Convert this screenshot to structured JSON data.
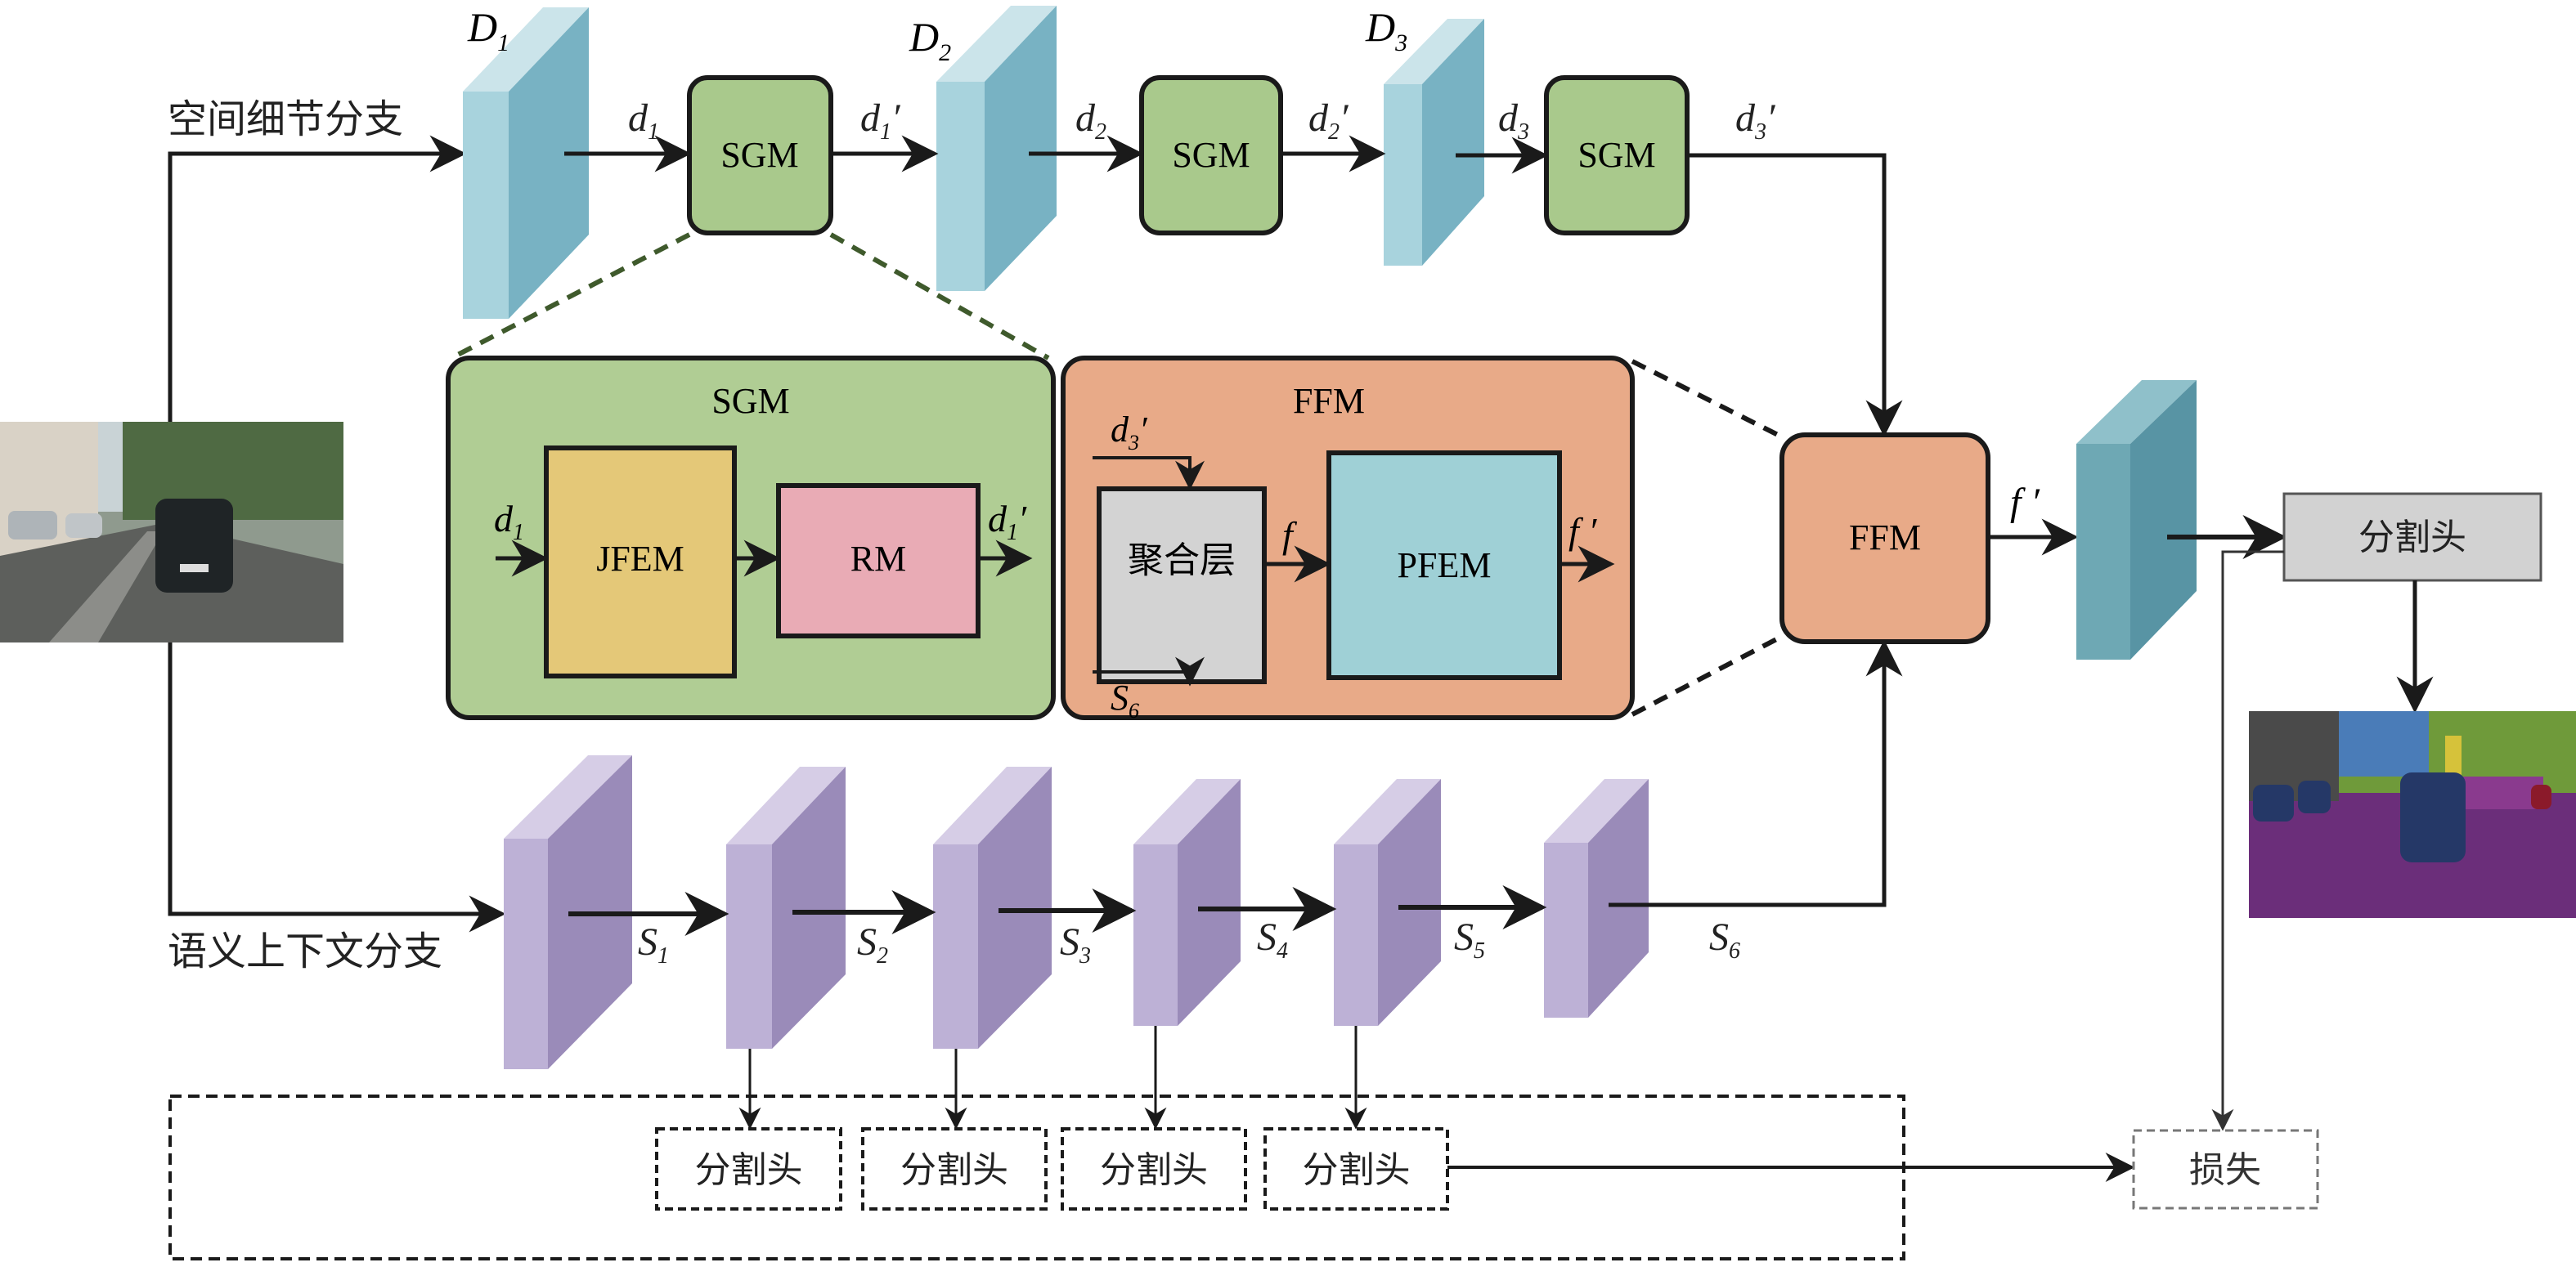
{
  "branches": {
    "spatial_label": "空间细节分支",
    "semantic_label": "语义上下文分支"
  },
  "detail_stages": [
    {
      "name": "D",
      "sub": "1"
    },
    {
      "name": "D",
      "sub": "2"
    },
    {
      "name": "D",
      "sub": "3"
    }
  ],
  "detail_features": {
    "d1": {
      "name": "d",
      "sub": "1",
      "prime": ""
    },
    "d1p": {
      "name": "d",
      "sub": "1",
      "prime": "′"
    },
    "d2": {
      "name": "d",
      "sub": "2",
      "prime": ""
    },
    "d2p": {
      "name": "d",
      "sub": "2",
      "prime": "′"
    },
    "d3": {
      "name": "d",
      "sub": "3",
      "prime": ""
    },
    "d3p": {
      "name": "d",
      "sub": "3",
      "prime": "′"
    }
  },
  "modules": {
    "sgm": "SGM",
    "ffm": "FFM",
    "jfem": "JFEM",
    "rm": "RM",
    "pfem": "PFEM",
    "aggregation": "聚合层",
    "seg_head": "分割头",
    "loss": "损失"
  },
  "fusion_labels": {
    "f": "f",
    "f_prime": "f ′",
    "s6_name": "S",
    "s6_sub": "6"
  },
  "semantic_features": [
    {
      "name": "S",
      "sub": "1"
    },
    {
      "name": "S",
      "sub": "2"
    },
    {
      "name": "S",
      "sub": "3"
    },
    {
      "name": "S",
      "sub": "4"
    },
    {
      "name": "S",
      "sub": "5"
    },
    {
      "name": "S",
      "sub": "6"
    }
  ],
  "aux_heads": [
    "分割头",
    "分割头",
    "分割头",
    "分割头"
  ],
  "colors": {
    "sgm_green": "#a9c98c",
    "ffm_orange": "#e8aa88",
    "jfem_yellow": "#e4c878",
    "rm_pink": "#e9abb5",
    "pfem_blue": "#9fd0d6",
    "agg_gray": "#d3d3d3",
    "head_gray": "#d2d2d2",
    "detail_front": "#a8d3dd",
    "detail_side": "#78b2c3",
    "semantic_front": "#bdb1d6",
    "semantic_side": "#9a8bb9",
    "output_front": "#6ea8b4",
    "output_side": "#5894a4"
  }
}
